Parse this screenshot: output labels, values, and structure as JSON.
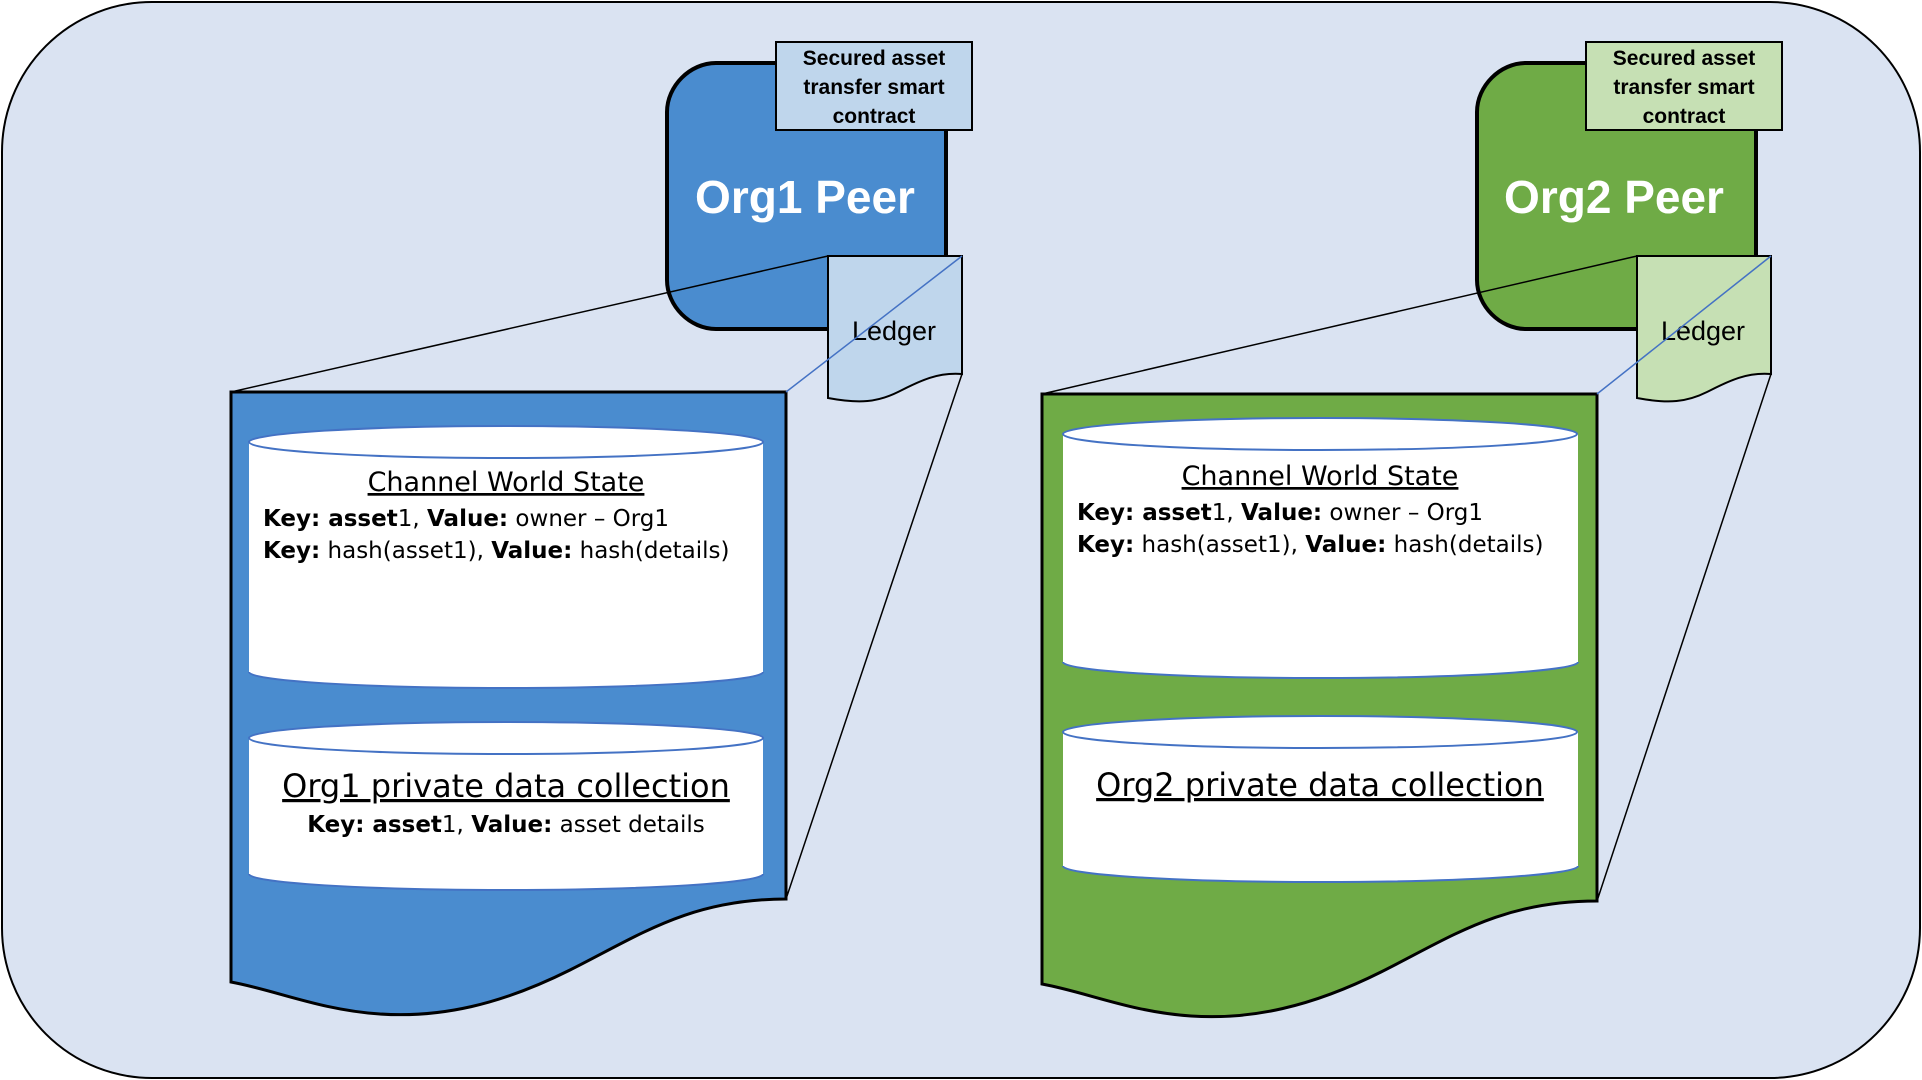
{
  "colors": {
    "background": "#dae3f2",
    "org1_fill": "#4a8ccf",
    "org1_light": "#bfd6ec",
    "org2_fill": "#6fab46",
    "org2_light": "#c6e0b4"
  },
  "org1": {
    "peer_label": "Org1 Peer",
    "contract_lines": [
      "Secured asset",
      "transfer smart",
      "contract"
    ],
    "ledger_label": "Ledger",
    "world_state": {
      "title": "Channel World State",
      "line1": {
        "k1": "Key:",
        "v1": " asset",
        "n1": "1, ",
        "k2": "Value:",
        "v2": " owner – Org1"
      },
      "line2": {
        "k1": "Key:",
        "v1": " hash(asset1), ",
        "k2": "Value:",
        "v2": " hash(details)"
      }
    },
    "private": {
      "title": "Org1 private data collection",
      "line1": {
        "k1": "Key:",
        "v1": " asset",
        "n1": "1, ",
        "k2": "Value:",
        "v2": " asset details"
      }
    }
  },
  "org2": {
    "peer_label": "Org2 Peer",
    "contract_lines": [
      "Secured asset",
      "transfer smart",
      "contract"
    ],
    "ledger_label": "Ledger",
    "world_state": {
      "title": "Channel World State",
      "line1": {
        "k1": "Key:",
        "v1": " asset",
        "n1": "1, ",
        "k2": "Value:",
        "v2": " owner – Org1"
      },
      "line2": {
        "k1": "Key:",
        "v1": " hash(asset1), ",
        "k2": "Value:",
        "v2": " hash(details)"
      }
    },
    "private": {
      "title": "Org2 private data collection"
    }
  }
}
